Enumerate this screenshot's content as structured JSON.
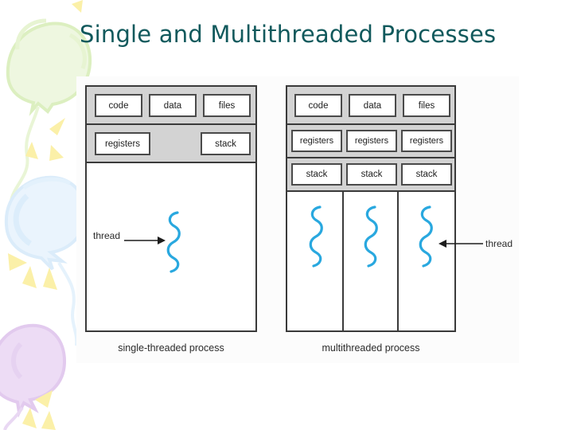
{
  "slide": {
    "title": "Single and Multithreaded Processes",
    "title_color": "#11595c",
    "background_color": "#ffffff"
  },
  "figure": {
    "thread_color": "#29a8df",
    "band_color": "#d3d3d3",
    "border_color": "#3a3a3a",
    "single": {
      "caption": "single-threaded process",
      "thread_label": "thread",
      "top_row": [
        "code",
        "data",
        "files"
      ],
      "second_row": [
        "registers",
        "stack"
      ],
      "thread_count": 1
    },
    "multi": {
      "caption": "multithreaded process",
      "thread_label": "thread",
      "top_row": [
        "code",
        "data",
        "files"
      ],
      "registers_row": [
        "registers",
        "registers",
        "registers"
      ],
      "stack_row": [
        "stack",
        "stack",
        "stack"
      ],
      "thread_count": 3
    }
  },
  "decor": {
    "balloons": [
      {
        "name": "green-balloon",
        "color": "#eaf5d8"
      },
      {
        "name": "blue-balloon",
        "color": "#e2f0fb"
      },
      {
        "name": "purple-balloon",
        "color": "#eddcf5"
      }
    ],
    "ray_color": "#fbf0a8"
  }
}
